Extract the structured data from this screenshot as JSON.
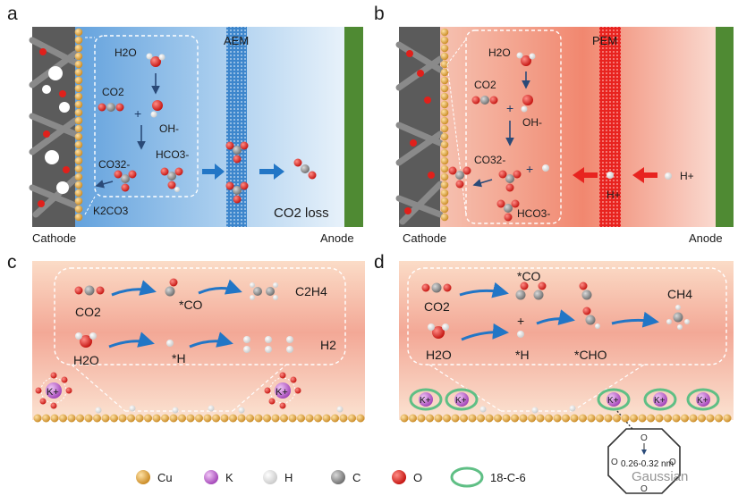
{
  "panels": {
    "a": {
      "letter": "a",
      "membrane": "AEM",
      "cathode": "Cathode",
      "anode": "Anode",
      "molecules": {
        "water": "H2O",
        "co2": "CO2",
        "hydroxide": "OH-",
        "carbonate": "CO32-",
        "bicarbonate": "HCO3-",
        "salt": "K2CO3"
      },
      "loss": "CO2 loss",
      "plus": "+"
    },
    "b": {
      "letter": "b",
      "membrane": "PEM",
      "cathode": "Cathode",
      "anode": "Anode",
      "molecules": {
        "water": "H2O",
        "co2": "CO2",
        "hydroxide": "OH-",
        "carbonate": "CO32-",
        "bicarbonate": "HCO3-",
        "proton": "H+"
      },
      "plus": "+"
    },
    "c": {
      "letter": "c",
      "species": {
        "co2": "CO2",
        "co_ads": "*CO",
        "ethylene": "C2H4",
        "water": "H2O",
        "h_ads": "*H",
        "hydrogen": "H2"
      },
      "cation": "K+"
    },
    "d": {
      "letter": "d",
      "species": {
        "co2": "CO2",
        "co_ads": "*CO",
        "h_ads": "*H",
        "water": "H2O",
        "cho": "*CHO",
        "methane": "CH4"
      },
      "cation": "K+",
      "plus": "+",
      "distance": "0.26-0.32 nm"
    }
  },
  "legend": [
    {
      "label": "Cu",
      "color": "#e3a43d"
    },
    {
      "label": "K",
      "color": "#c074d0"
    },
    {
      "label": "H",
      "color": "#f2f2f2"
    },
    {
      "label": "C",
      "color": "#8c8c8c"
    },
    {
      "label": "O",
      "color": "#e0201b"
    },
    {
      "label": "18-C-6",
      "color": "#5fbf85"
    }
  ],
  "watermark": "Gaussian",
  "colors": {
    "aem": "#3d86cc",
    "pem": "#e8231f",
    "anode": "#4f8a33",
    "arrow_blue": "#2276c6",
    "arrow_red": "#e8231f"
  }
}
